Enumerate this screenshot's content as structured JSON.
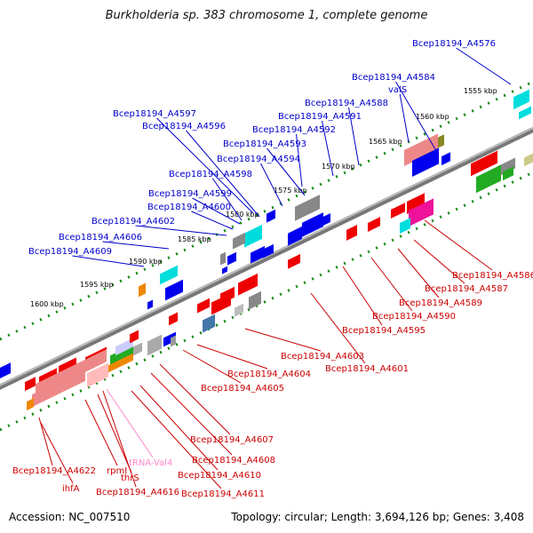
{
  "title": "Burkholderia sp. 383 chromosome 1, complete genome",
  "footer": {
    "accession": "Accession: NC_007510",
    "summary": "Topology: circular; Length: 3,694,126 bp; Genes: 3,408"
  },
  "colors": {
    "forward_label": "#0000cc",
    "reverse_label": "#cc0000",
    "trna_label": "#ff88cc",
    "backbone": "#888888",
    "tick": "#118811"
  },
  "kbp_labels": [
    "1555 kbp",
    "1560 kbp",
    "1565 kbp",
    "1570 kbp",
    "1575 kbp",
    "1580 kbp",
    "1585 kbp",
    "1590 kbp",
    "1595 kbp",
    "1600 kbp"
  ],
  "upper_labels": [
    "Bcep18194_A4576",
    "Bcep18194_A4584",
    "valS",
    "Bcep18194_A4588",
    "Bcep18194_A4591",
    "Bcep18194_A4597",
    "Bcep18194_A4596",
    "Bcep18194_A4592",
    "Bcep18194_A4593",
    "Bcep18194_A4594",
    "Bcep18194_A4598",
    "Bcep18194_A4599",
    "Bcep18194_A4600",
    "Bcep18194_A4602",
    "Bcep18194_A4606",
    "Bcep18194_A4609"
  ],
  "lower_labels": [
    "Bcep18194_A4586",
    "Bcep18194_A4587",
    "Bcep18194_A4589",
    "Bcep18194_A4590",
    "Bcep18194_A4595",
    "Bcep18194_A4603",
    "Bcep18194_A4601",
    "Bcep18194_A4604",
    "Bcep18194_A4605",
    "Bcep18194_A4607",
    "Bcep18194_A4608",
    "Bcep18194_A4610",
    "Bcep18194_A4611",
    "Bcep18194_A4622",
    "ihfA",
    "rpmI",
    "thrS",
    "Bcep18194_A4616",
    "tRNA-Val4"
  ]
}
